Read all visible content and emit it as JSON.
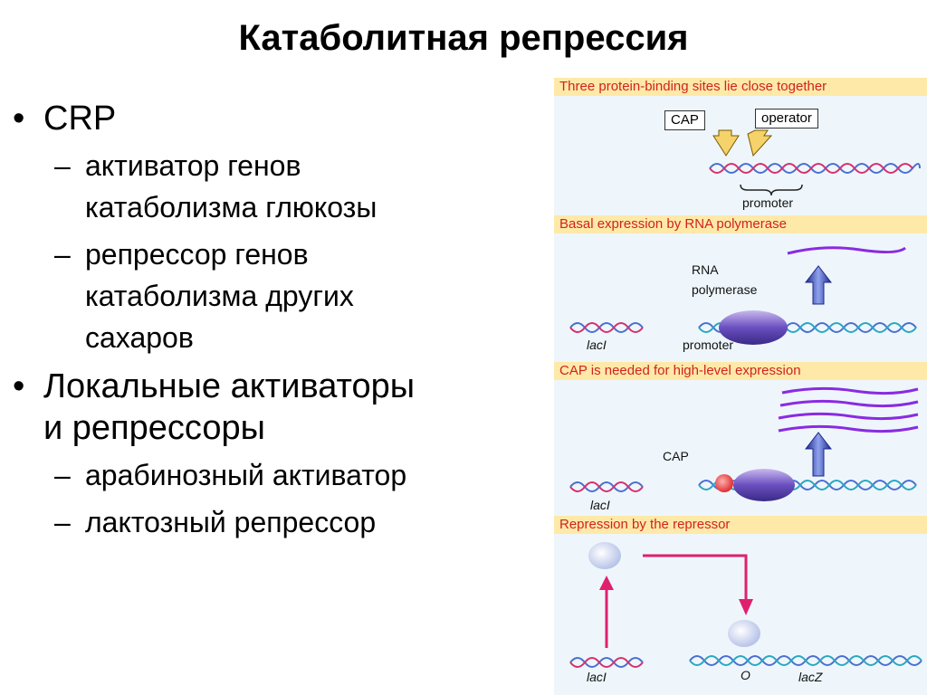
{
  "title": "Катаболитная репрессия",
  "bullets": {
    "b1": "CRP",
    "b1_sub1_l1": "активатор генов",
    "b1_sub1_l2": "катаболизма глюкозы",
    "b1_sub2_l1": "репрессор генов",
    "b1_sub2_l2": "катаболизма других",
    "b1_sub2_l3": "сахаров",
    "b2_l1": "Локальные активаторы",
    "b2_l2": "и репрессоры",
    "b2_sub1": "арабинозный активатор",
    "b2_sub2": "лактозный репрессор",
    "bullet_glyph": "•",
    "dash_glyph": "–"
  },
  "diagram": {
    "band1": "Three protein-binding sites lie close together",
    "band2": "Basal expression by RNA polymerase",
    "band3": "CAP is needed for high-level expression",
    "band4": "Repression by the repressor",
    "cap_box": "CAP",
    "operator_box": "operator",
    "promoter": "promoter",
    "rna_l1": "RNA",
    "rna_l2": "polymerase",
    "laci": "lacI",
    "promoter2": "promoter",
    "cap_label": "CAP",
    "laci2": "lacI",
    "laci3": "lacI",
    "o_label": "O",
    "lacz": "lacZ",
    "colors": {
      "band": "#ffe9a8",
      "band_text": "#d0231e",
      "panel": "#eef6fc",
      "mrna": "#8a2be2",
      "arrow": "#3b44b0",
      "repressor_arrow": "#e0206e"
    }
  }
}
